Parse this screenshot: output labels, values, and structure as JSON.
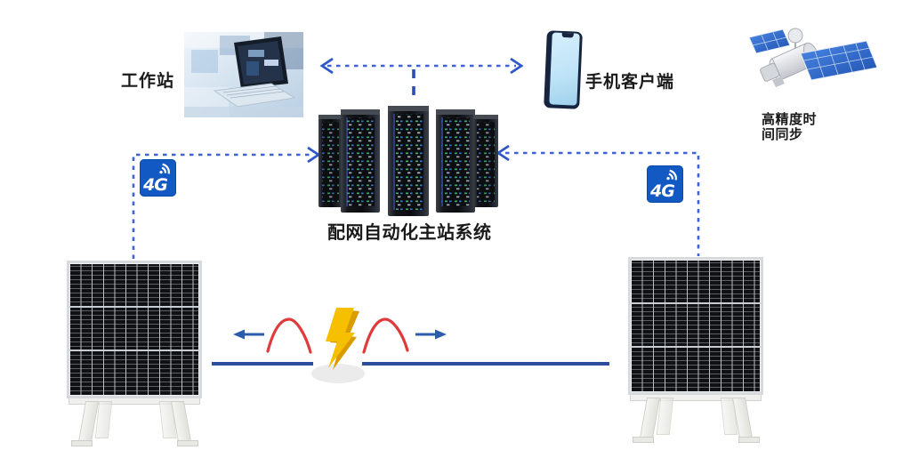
{
  "labels": {
    "workstation": "工作站",
    "master_station": "配网自动化主站系统",
    "mobile_client": "手机客户端",
    "time_sync": "高精度时间同步",
    "badge_4g_left": "4G",
    "badge_4g_right": "4G"
  },
  "icons": {
    "workstation": "laptop-photo",
    "master_station": "server-rack-cluster",
    "mobile_client": "smartphone",
    "time_sync": "satellite",
    "field_device_left": "panel-cabinet",
    "field_device_right": "panel-cabinet",
    "comm_left": "4g-signal",
    "comm_right": "4g-signal",
    "fault": "lightning-bolt",
    "waves": "red-travelling-waves"
  },
  "colors": {
    "connector_blue": "#3f63d0",
    "chevron_blue": "#2e58c8",
    "badge_blue": "#1259c3",
    "feeder_navy": "#2b4d9e",
    "arrow_blue": "#2b5cab",
    "wave_red": "#e03a3c",
    "bolt_yellow": "#f6c000",
    "bolt_shade": "#d89c00",
    "phone_screen": "#bfe4f7",
    "satellite_panel_blue": "#2f6fd0"
  }
}
